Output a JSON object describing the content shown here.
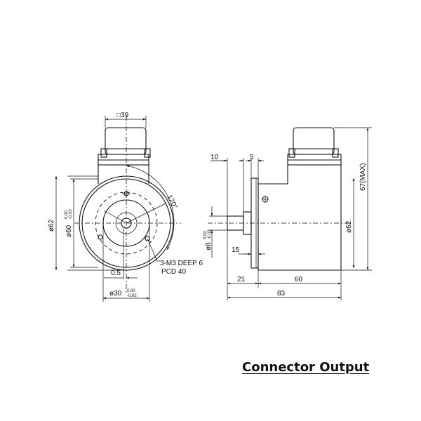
{
  "caption": "Connector Output",
  "front_view": {
    "connector_width": "□39",
    "angle": "120°",
    "housing_diameter": "ø62",
    "flange_diameter": "ø60",
    "flange_tol_upper": "0.00",
    "flange_tol_lower": "-0.02",
    "offset": "0.5",
    "pilot_diameter": "ø30",
    "pilot_tol_upper": "0.00",
    "pilot_tol_lower": "-0.02",
    "hole_note": "3-M3  DEEP 6",
    "pcd_note": "PCD  40"
  },
  "side_view": {
    "dim_10": "10",
    "dim_5": "5",
    "height_max": "67(MAX)",
    "body_diameter": "ø62",
    "shaft_diameter": "ø8",
    "shaft_tol_upper": "0.00",
    "shaft_tol_lower": "-0.02",
    "dim_15": "15",
    "dim_21": "21",
    "dim_60": "60",
    "dim_83": "83"
  }
}
